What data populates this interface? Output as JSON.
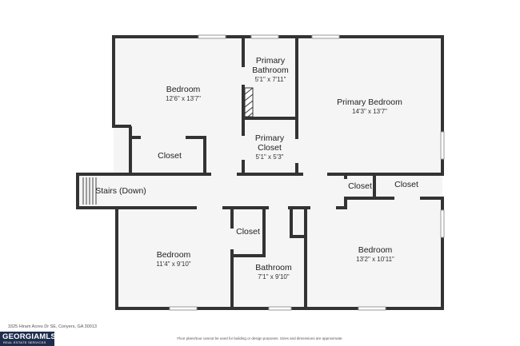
{
  "rooms": {
    "bedroom_nw": {
      "name": "Bedroom",
      "dims": "12'6\" x 13'7\""
    },
    "primary_bathroom": {
      "name_line1": "Primary",
      "name_line2": "Bathroom",
      "dims": "5'1\" x 7'11\""
    },
    "primary_bedroom": {
      "name": "Primary Bedroom",
      "dims": "14'3\" x 13'7\""
    },
    "closet_nw": {
      "name": "Closet"
    },
    "primary_closet": {
      "name_line1": "Primary",
      "name_line2": "Closet",
      "dims": "5'1\" x 5'3\""
    },
    "stairs": {
      "name": "Stairs (Down)"
    },
    "closet_hall": {
      "name": "Closet"
    },
    "closet_ne": {
      "name": "Closet"
    },
    "bedroom_sw": {
      "name": "Bedroom",
      "dims": "11'4\" x 9'10\""
    },
    "closet_bath": {
      "name": "Closet"
    },
    "bathroom": {
      "name": "Bathroom",
      "dims": "7'1\" x 9'10\""
    },
    "bedroom_se": {
      "name": "Bedroom",
      "dims": "13'2\" x 10'11\""
    }
  },
  "footer": {
    "address": "3325 Hiram Acres Dr SE, Conyers, GA 30013",
    "disclaimer": "Floor plans/tour cannot be used for building or design purposes. Sizes and dimensions are approximate."
  },
  "logo": {
    "main": "GEORGIAMLS",
    "sub": "REAL ESTATE SERVICES"
  },
  "colors": {
    "wall": "#333333",
    "floor": "#f5f5f5",
    "background": "#ffffff"
  }
}
